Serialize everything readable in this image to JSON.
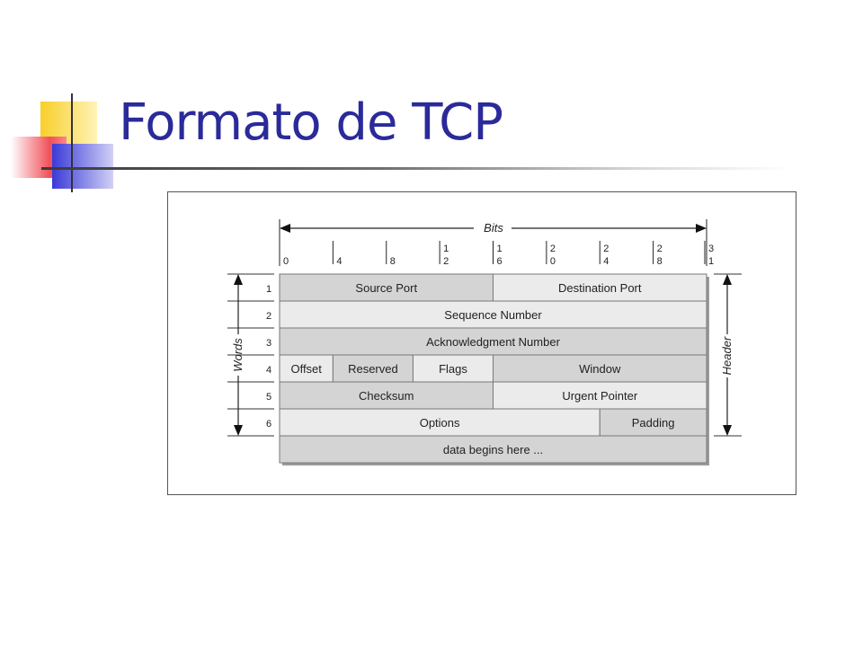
{
  "slide": {
    "title": "Formato de TCP"
  },
  "colors": {
    "title": "#2a2a9a",
    "accent_yellow": "#f8cf2a",
    "accent_red": "#f0505a",
    "accent_blue": "#3a3ad8",
    "cell_dark": "#d4d4d4",
    "cell_light": "#ebebeb"
  },
  "diagram": {
    "bits_label": "Bits",
    "words_label": "Words",
    "header_label": "Header",
    "ticks": [
      {
        "top": "",
        "bottom": "0"
      },
      {
        "top": "",
        "bottom": "4"
      },
      {
        "top": "",
        "bottom": "8"
      },
      {
        "top": "1",
        "bottom": "2"
      },
      {
        "top": "1",
        "bottom": "6"
      },
      {
        "top": "2",
        "bottom": "0"
      },
      {
        "top": "2",
        "bottom": "4"
      },
      {
        "top": "2",
        "bottom": "8"
      },
      {
        "top": "3",
        "bottom": "1"
      }
    ],
    "rows": [
      {
        "word": "1",
        "cells": [
          {
            "label": "Source Port",
            "start": 0,
            "end": 16,
            "shade": "dark"
          },
          {
            "label": "Destination Port",
            "start": 16,
            "end": 32,
            "shade": "light"
          }
        ]
      },
      {
        "word": "2",
        "cells": [
          {
            "label": "Sequence Number",
            "start": 0,
            "end": 32,
            "shade": "light"
          }
        ]
      },
      {
        "word": "3",
        "cells": [
          {
            "label": "Acknowledgment Number",
            "start": 0,
            "end": 32,
            "shade": "dark"
          }
        ]
      },
      {
        "word": "4",
        "cells": [
          {
            "label": "Offset",
            "start": 0,
            "end": 4,
            "shade": "light"
          },
          {
            "label": "Reserved",
            "start": 4,
            "end": 10,
            "shade": "dark"
          },
          {
            "label": "Flags",
            "start": 10,
            "end": 16,
            "shade": "light"
          },
          {
            "label": "Window",
            "start": 16,
            "end": 32,
            "shade": "dark"
          }
        ]
      },
      {
        "word": "5",
        "cells": [
          {
            "label": "Checksum",
            "start": 0,
            "end": 16,
            "shade": "dark"
          },
          {
            "label": "Urgent Pointer",
            "start": 16,
            "end": 32,
            "shade": "light"
          }
        ]
      },
      {
        "word": "6",
        "cells": [
          {
            "label": "Options",
            "start": 0,
            "end": 24,
            "shade": "light"
          },
          {
            "label": "Padding",
            "start": 24,
            "end": 32,
            "shade": "dark"
          }
        ]
      },
      {
        "word": "",
        "cells": [
          {
            "label": "data begins here ...",
            "start": 0,
            "end": 32,
            "shade": "dark"
          }
        ]
      }
    ]
  }
}
